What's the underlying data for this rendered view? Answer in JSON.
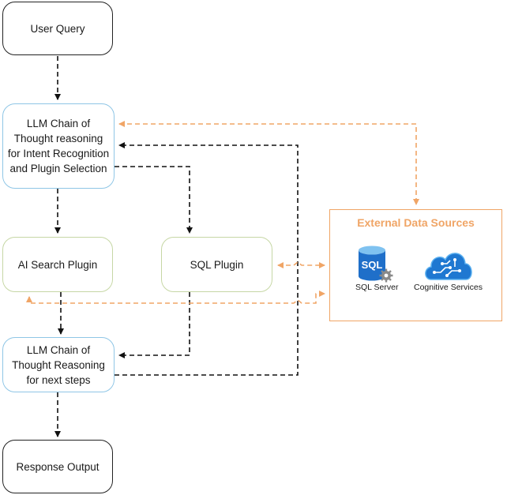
{
  "nodes": {
    "user_query": "User Query",
    "llm_intent": "LLM Chain of Thought reasoning for Intent Recognition and Plugin Selection",
    "ai_search": "AI Search Plugin",
    "sql_plugin": "SQL Plugin",
    "llm_next": "LLM Chain of Thought Reasoning for next steps",
    "response": "Response Output"
  },
  "external": {
    "title": "External Data Sources",
    "sql_server": "SQL Server",
    "cognitive": "Cognitive Services",
    "sql_icon_text": "SQL"
  },
  "colors": {
    "flow_arrow": "#111111",
    "data_arrow": "#f0a566",
    "llm_border": "#8fc6e6",
    "plugin_border": "#c6d7a5",
    "icon_blue": "#1f6fc9"
  }
}
